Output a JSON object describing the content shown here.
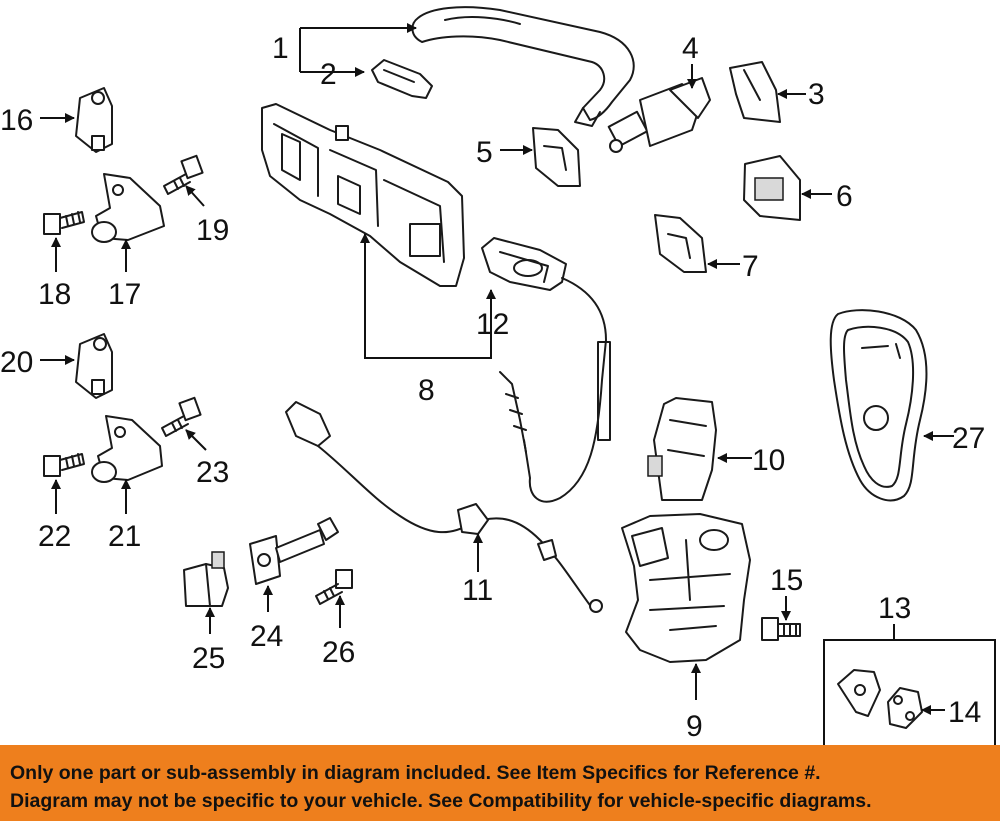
{
  "callouts": {
    "c1": "1",
    "c2": "2",
    "c3": "3",
    "c4": "4",
    "c5": "5",
    "c6": "6",
    "c7": "7",
    "c8": "8",
    "c9": "9",
    "c10": "10",
    "c11": "11",
    "c12": "12",
    "c13": "13",
    "c14": "14",
    "c15": "15",
    "c16": "16",
    "c17": "17",
    "c18": "18",
    "c19": "19",
    "c20": "20",
    "c21": "21",
    "c22": "22",
    "c23": "23",
    "c24": "24",
    "c25": "25",
    "c26": "26",
    "c27": "27"
  },
  "banner": {
    "line1": "Only one part or sub-assembly in diagram included. See Item Specifics for Reference #.",
    "line2": "Diagram may not be specific to your vehicle. See Compatibility for vehicle-specific diagrams."
  },
  "colors": {
    "banner_bg": "#ee7f1d",
    "line_art": "#1a1a1a"
  }
}
